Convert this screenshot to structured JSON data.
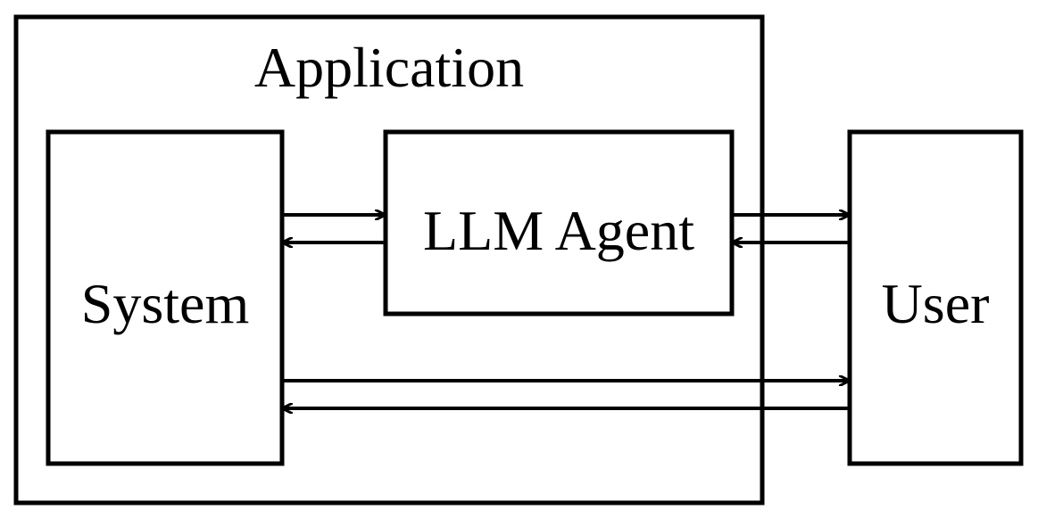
{
  "diagram": {
    "application_label": "Application",
    "system_label": "System",
    "agent_label": "LLM Agent",
    "user_label": "User"
  },
  "colors": {
    "stroke": "#000000",
    "background": "#ffffff"
  }
}
